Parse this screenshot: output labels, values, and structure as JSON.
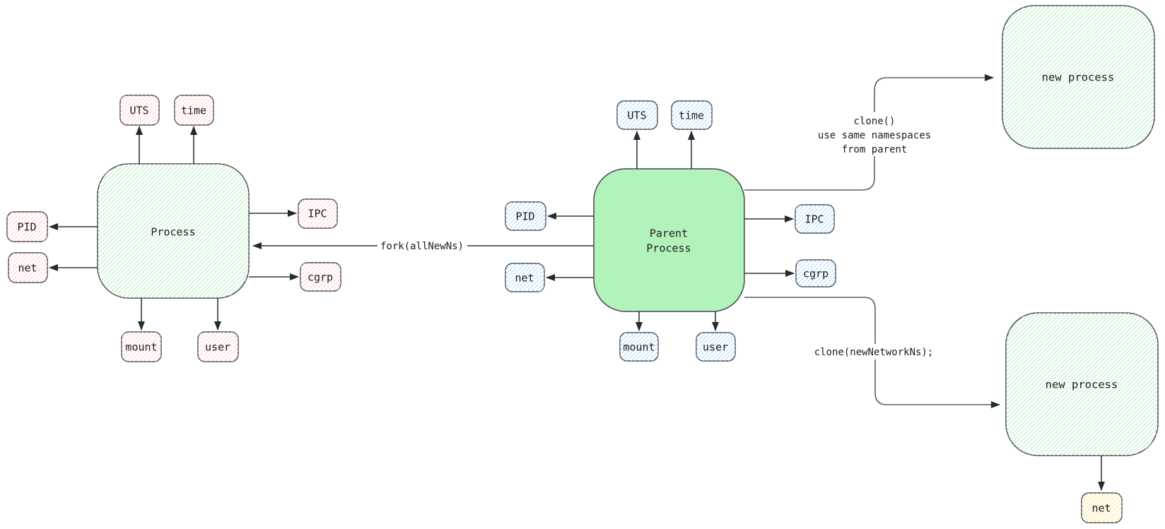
{
  "diagram_title": "process namespaces fork/clone diagram",
  "colors": {
    "parent_fill": "#b2f2bb",
    "hatch_green": "#b2f2bb",
    "hatch_pink": "#ffc9c9",
    "hatch_blue": "#a5d8ff",
    "hatch_yellow": "#ffe3a1",
    "stroke": "#45494f",
    "text": "#1e1e1e"
  },
  "left": {
    "title": "Process",
    "uts": "UTS",
    "time": "time",
    "pid": "PID",
    "net": "net",
    "ipc": "IPC",
    "cgrp": "cgrp",
    "mount": "mount",
    "user": "user"
  },
  "parent": {
    "title_line1": "Parent",
    "title_line2": "Process",
    "uts": "UTS",
    "time": "time",
    "pid": "PID",
    "net": "net",
    "ipc": "IPC",
    "cgrp": "cgrp",
    "mount": "mount",
    "user": "user"
  },
  "top_new": {
    "title": "new process"
  },
  "bottom_new": {
    "title": "new process",
    "net": "net"
  },
  "labels": {
    "fork": "fork(allNewNs)",
    "clone_top_1": "clone()",
    "clone_top_2": "use same namespaces",
    "clone_top_3": "from parent",
    "clone_bottom": "clone(newNetworkNs);"
  }
}
